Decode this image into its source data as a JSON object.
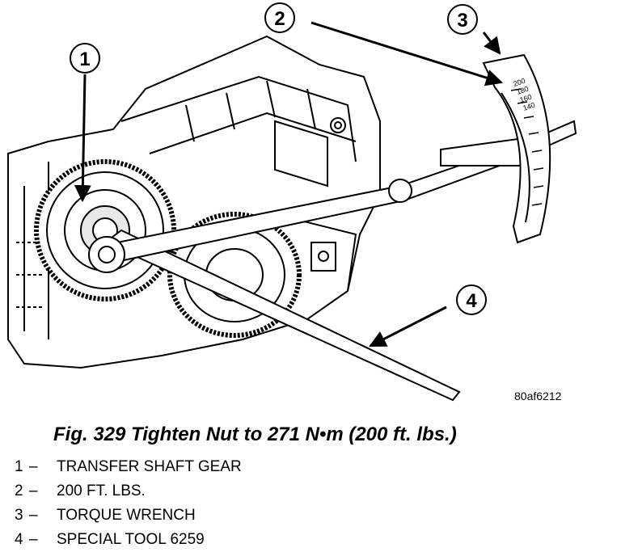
{
  "callouts": [
    {
      "number": "1"
    },
    {
      "number": "2"
    },
    {
      "number": "3"
    },
    {
      "number": "4"
    }
  ],
  "dial_scale": [
    "200",
    "180",
    "160",
    "140"
  ],
  "image_code": "80af6212",
  "caption": "Fig. 329 Tighten Nut to 271 N•m (200 ft. lbs.)",
  "legend": [
    {
      "number": "1",
      "dash": "–",
      "label": "TRANSFER SHAFT GEAR"
    },
    {
      "number": "2",
      "dash": "–",
      "label": "200 FT. LBS."
    },
    {
      "number": "3",
      "dash": "–",
      "label": "TORQUE WRENCH"
    },
    {
      "number": "4",
      "dash": "–",
      "label": "SPECIAL TOOL 6259"
    }
  ]
}
